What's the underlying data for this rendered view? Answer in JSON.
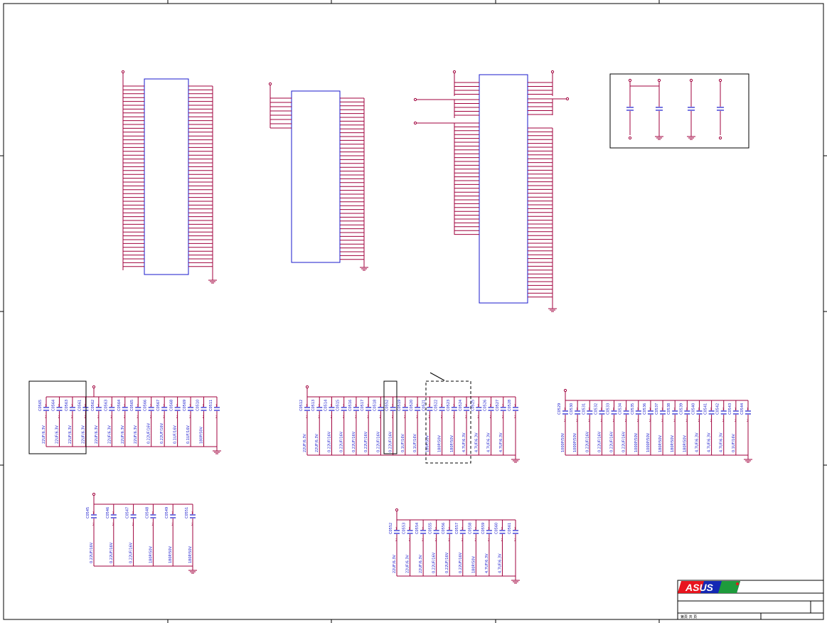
{
  "colors": {
    "wire": "#a0003c",
    "component": "#1a1acd",
    "border": "#000000",
    "logo_red": "#e8141e",
    "logo_blue": "#1428b4",
    "logo_green": "#1e9b3c"
  },
  "logo_text": "ASUS",
  "title_block": {
    "note": "第頁 共 頁"
  },
  "groups": {
    "row1_left": {
      "refs": [
        "C0565",
        "C0564",
        "C0563",
        "C0561",
        "C0562",
        "C0563",
        "C0564",
        "C0565",
        "C0566",
        "C0567",
        "C0568",
        "C0569",
        "C0510",
        "C0511"
      ],
      "values": [
        "22UF/6.3V",
        "22UF/6.3V",
        "22UF/6.3V",
        "22UF/6.3V",
        "22UF/6.3V",
        "22UF/6.3V",
        "22UF/6.3V",
        "22UF/6.3V",
        "0.22UF/16V",
        "0.22UF/16V",
        "0.1UF/16V",
        "0.1UF/16V",
        "180P/50V"
      ]
    },
    "row1_mid": {
      "refs": [
        "C0512",
        "C0513",
        "C0514",
        "C0515",
        "C0516",
        "C0517",
        "C0518",
        "C0552",
        "C0519",
        "C0520",
        "C0521",
        "C0522",
        "C0523",
        "C0524",
        "C0525",
        "C0526",
        "C0527",
        "C0528"
      ],
      "values": [
        "22UF/6.3V",
        "22UF/6.3V",
        "0.22UF/16V",
        "0.22UF/16V",
        "0.22UF/16V",
        "0.22UF/16V",
        "0.22UF/16V",
        "0.22UF/16V",
        "0.1UF/16V",
        "0.1UF/16V",
        "180P/50V",
        "180P/50V",
        "180P/50V",
        "4.7UF/6.3V",
        "4.7UF/6.3V",
        "4.7UF/6.3V",
        "4.7UF/6.3V"
      ]
    },
    "row1_right": {
      "refs": [
        "C0529",
        "C0530",
        "C0531",
        "C0532",
        "C0533",
        "C0534",
        "C0535",
        "C0536",
        "C0537",
        "C0538",
        "C0539",
        "C0540",
        "C0541",
        "C0542",
        "C0543",
        "C0544"
      ],
      "values": [
        "1000P/50V",
        "1000P/50V",
        "0.22UF/16V",
        "0.22UF/16V",
        "0.22UF/16V",
        "0.22UF/16V",
        "1000P/50V",
        "1000P/50V",
        "180P/50V",
        "180P/50V",
        "180P/50V",
        "4.7UF/6.3V",
        "4.7UF/6.3V",
        "4.7UF/6.3V",
        "0.1UF/16V"
      ]
    },
    "row2_left": {
      "refs": [
        "C0545",
        "C0546",
        "C0547",
        "C0548",
        "C0549",
        "C0551"
      ],
      "values": [
        "0.22UF/16V",
        "0.22UF/16V",
        "0.22UF/16V",
        "180P/50V",
        "180P/50V",
        "180P/50V"
      ]
    },
    "row2_mid": {
      "refs": [
        "C0552",
        "C0553",
        "C0554",
        "C0555",
        "C0556",
        "C0557",
        "C0558",
        "C0559",
        "C0560",
        "C0561"
      ],
      "values": [
        "22UF/6.3V",
        "22UF/6.3V",
        "22UF/6.3V",
        "0.22UF/16V",
        "0.22UF/16V",
        "0.22UF/16V",
        "180P/50V",
        "4.7UF/6.3V",
        "4.7UF/6.3V"
      ]
    }
  }
}
